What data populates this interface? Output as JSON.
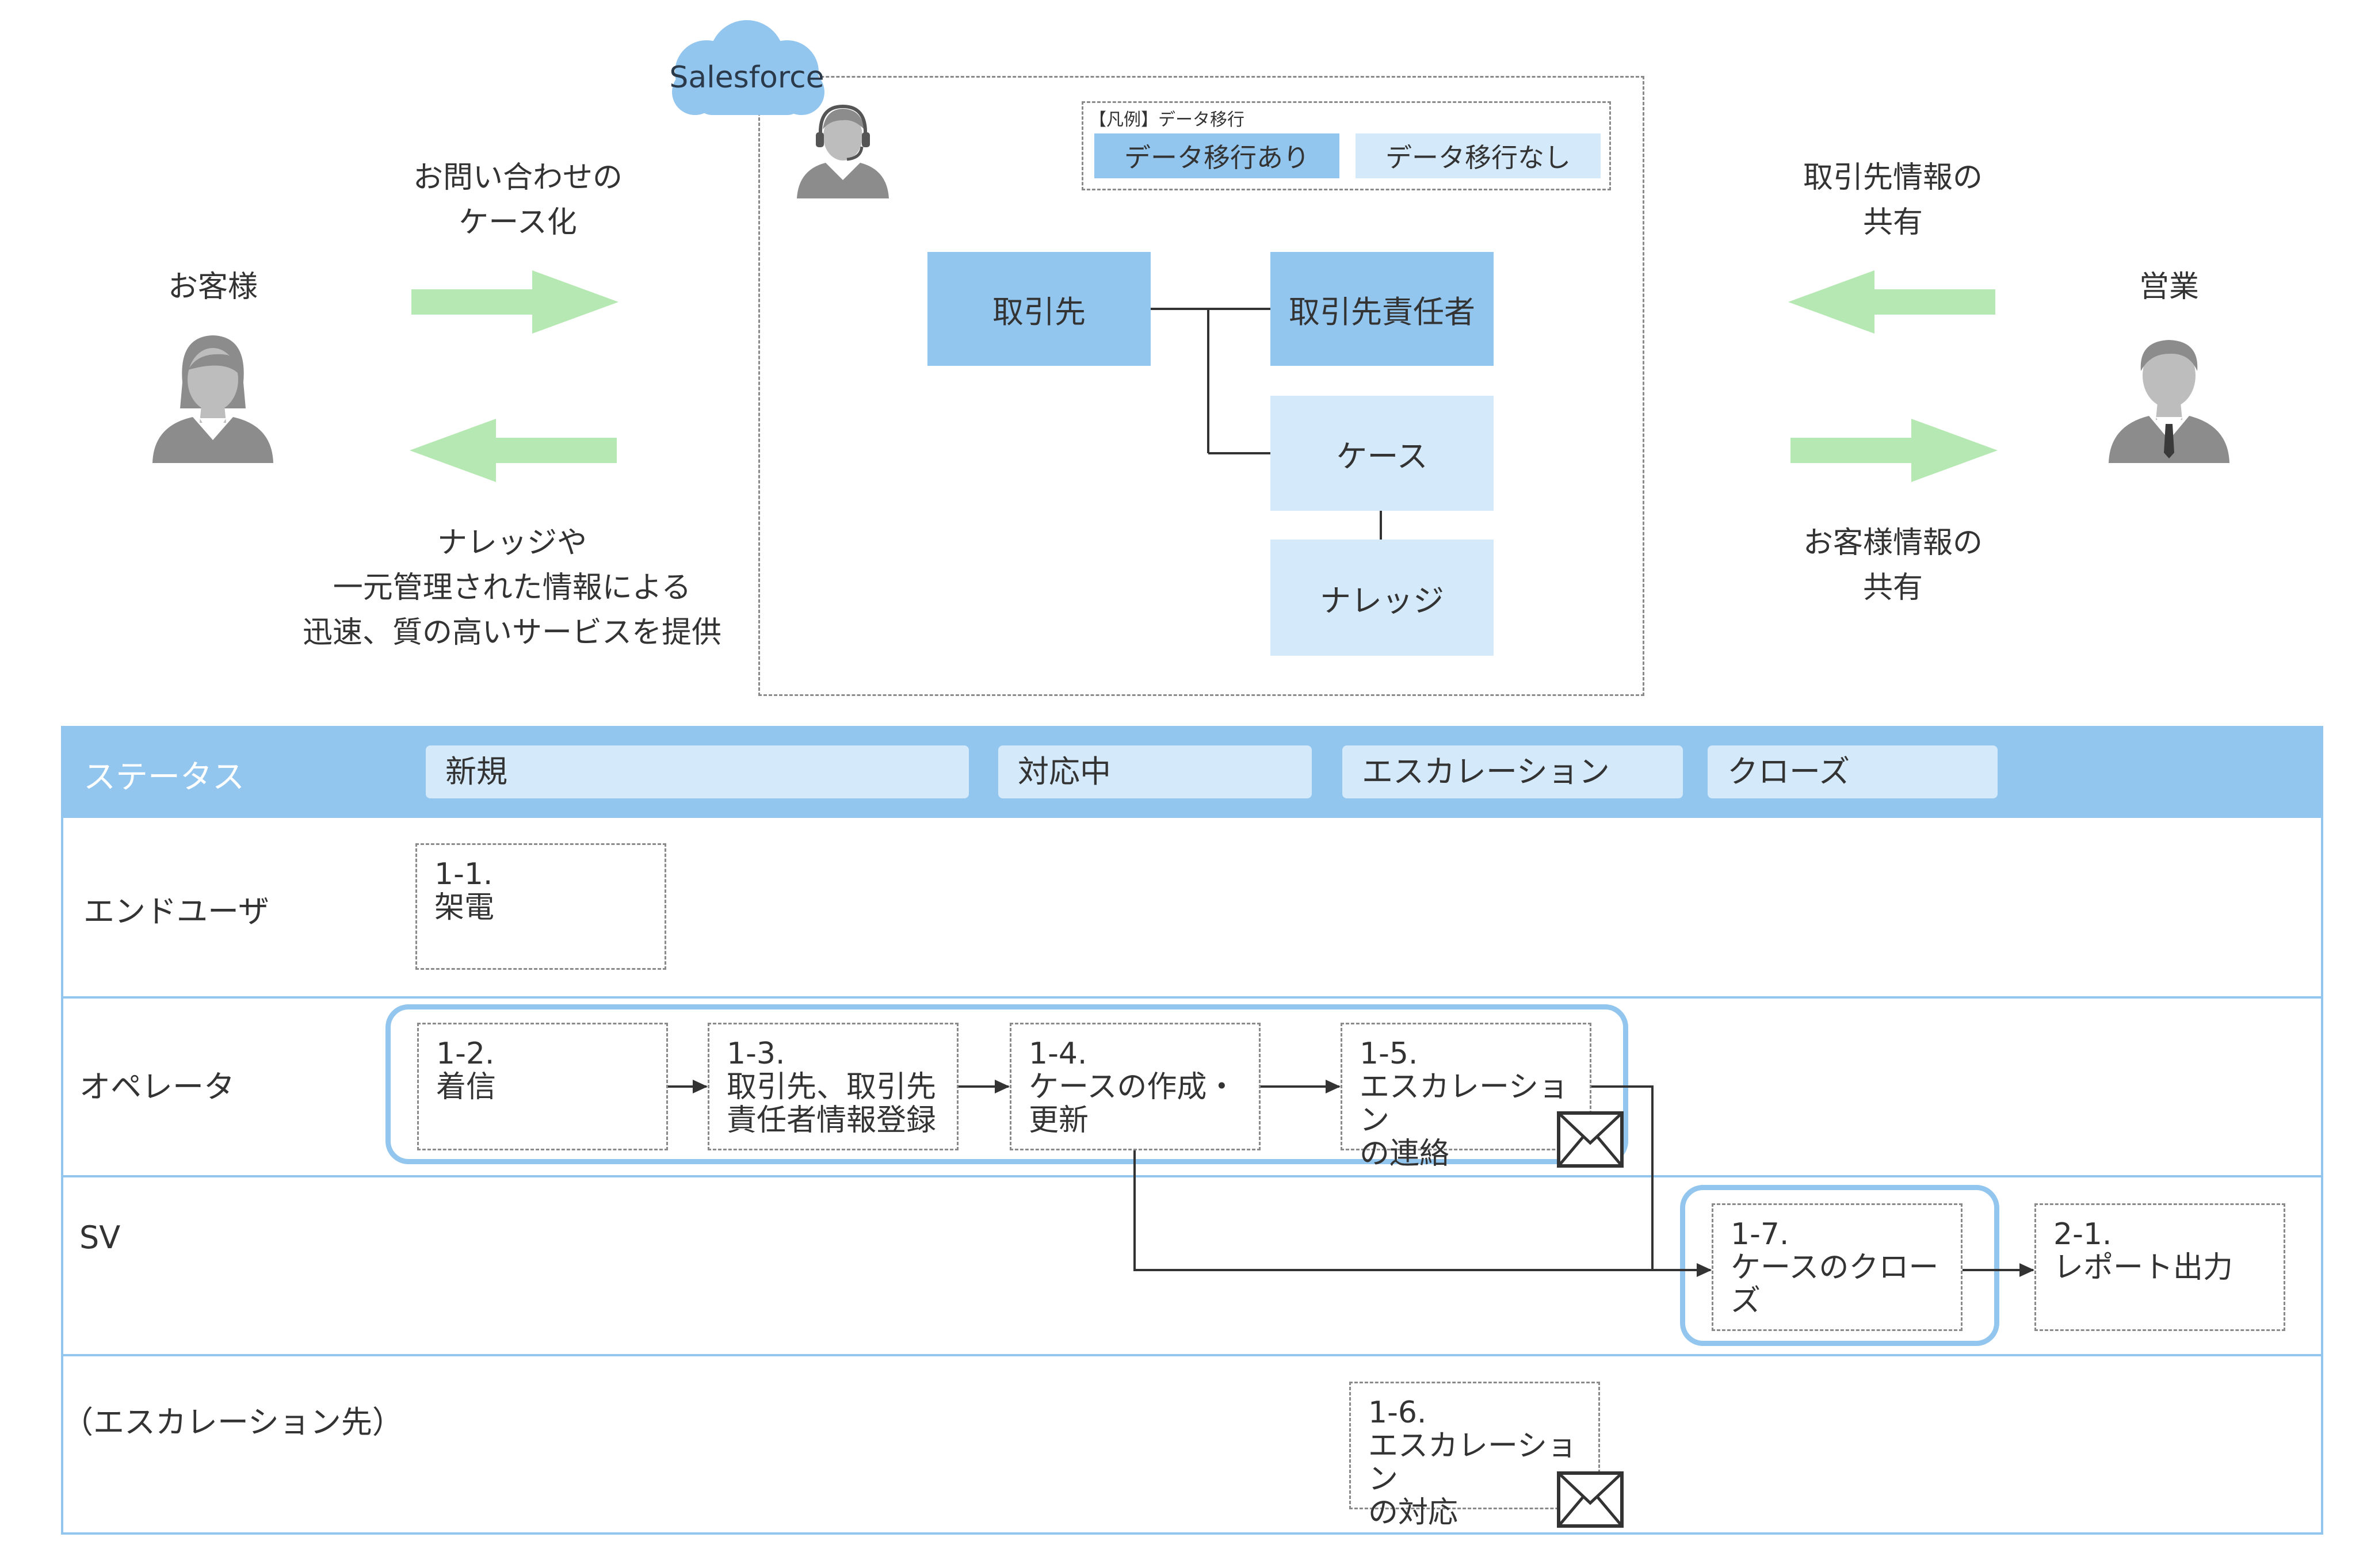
{
  "top": {
    "customer_label": "お客様",
    "sales_label": "営業",
    "arrow_right_caption": "お問い合わせの\nケース化",
    "arrow_left_caption": "ナレッジや\n一元管理された情報による\n迅速、質の高いサービスを提供",
    "sales_top_caption": "取引先情報の\n共有",
    "sales_bottom_caption": "お客様情報の\n共有",
    "salesforce_label": "Salesforce",
    "legend": {
      "title": "【凡例】データ移行",
      "migrated": "データ移行あり",
      "not_migrated": "データ移行なし"
    },
    "entities": {
      "account": "取引先",
      "contact": "取引先責任者",
      "case": "ケース",
      "knowledge": "ナレッジ"
    }
  },
  "colors": {
    "migrated_fill": "#93c6ee",
    "not_migrated_fill": "#d4eafb",
    "arrow_green": "#b5e8b2",
    "highlight_border": "#93c6ee",
    "lane_border": "#93c6ee",
    "icon_gray": "#8c8c8c"
  },
  "swimlane": {
    "status_header": "ステータス",
    "statuses": [
      "新規",
      "対応中",
      "エスカレーション",
      "クローズ"
    ],
    "lanes": {
      "end_user": "エンドユーザ",
      "operator": "オペレータ",
      "sv": "SV",
      "escalation": "（エスカレーション先）"
    },
    "steps": {
      "s1_1": "1-1.\n架電",
      "s1_2": "1-2.\n着信",
      "s1_3": "1-3.\n取引先、取引先\n責任者情報登録",
      "s1_4": "1-4.\nケースの作成・\n更新",
      "s1_5": "1-5.\nエスカレーション\nの連絡",
      "s1_6": "1-6.\nエスカレーション\nの対応",
      "s1_7": "1-7.\nケースのクローズ",
      "s2_1": "2-1.\nレポート出力"
    },
    "icons": [
      "mail-icon",
      "mail-icon"
    ]
  }
}
